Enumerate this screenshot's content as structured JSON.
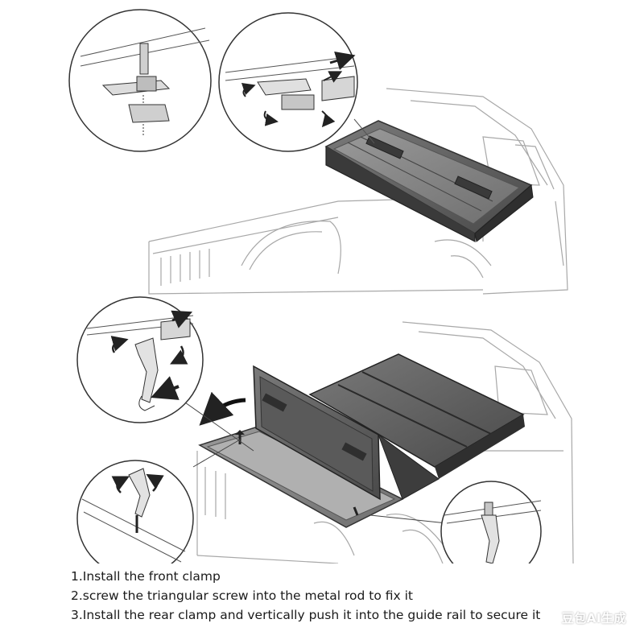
{
  "instructions": {
    "steps": [
      "1.Install the front clamp",
      "2.screw the triangular screw into the metal rod to fix it",
      "3.Install the rear clamp and vertically push it into the guide rail to secure it"
    ]
  },
  "watermark": {
    "text": "豆包AI生成"
  },
  "colors": {
    "line": "#444444",
    "line_light": "#9a9a9a",
    "cover_dark": "#3a3a3a",
    "cover_mid": "#6a6a6a",
    "cover_panel": "#8c8c8c",
    "background": "#ffffff"
  },
  "figure": {
    "truck_views": [
      "truck-closed-cover-view",
      "truck-folded-cover-view"
    ],
    "detail_callouts": [
      "front-clamp-detail",
      "clamp-rotation-detail",
      "rear-clamp-detail",
      "rail-clamp-detail",
      "latch-detail"
    ]
  }
}
